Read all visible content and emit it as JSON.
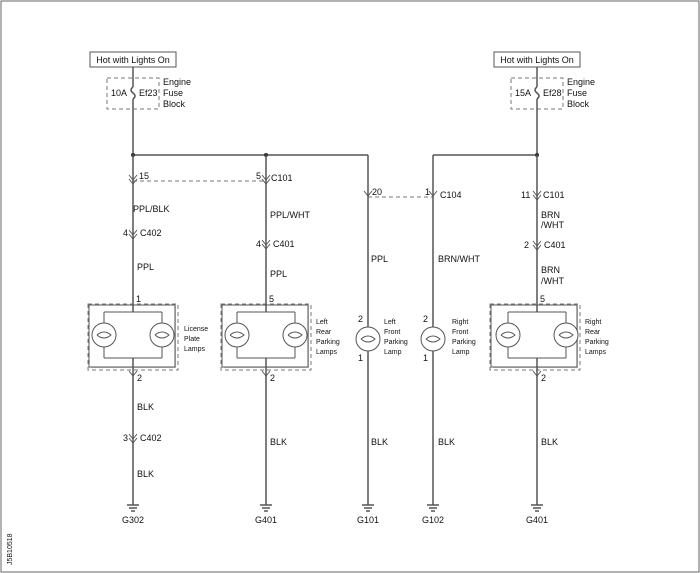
{
  "power": {
    "left": {
      "label": "Hot with Lights On",
      "fuse_rating": "10A",
      "fuse_id": "Ef23",
      "block_line1": "Engine",
      "block_line2": "Fuse",
      "block_line3": "Block"
    },
    "right": {
      "label": "Hot with Lights On",
      "fuse_rating": "15A",
      "fuse_id": "Ef28",
      "block_line1": "Engine",
      "block_line2": "Fuse",
      "block_line3": "Block"
    }
  },
  "connectors": {
    "c101_left": {
      "pin_a": "15",
      "pin_b": "5",
      "name": "C101"
    },
    "c104": {
      "pin_a": "20",
      "pin_b": "1",
      "name": "C104"
    },
    "c101_right": {
      "pin": "11",
      "name": "C101"
    },
    "c402_top": {
      "pin": "4",
      "name": "C402"
    },
    "c401_left": {
      "pin": "4",
      "name": "C401"
    },
    "c401_right": {
      "pin": "2",
      "name": "C401"
    },
    "c402_bottom": {
      "pin": "3",
      "name": "C402"
    }
  },
  "wires": {
    "w1_top": "PPL/BLK",
    "w1_mid": "PPL",
    "w1_bot1": "BLK",
    "w1_bot2": "BLK",
    "w2_top": "PPL/WHT",
    "w2_mid": "PPL",
    "w2_bot": "BLK",
    "w3_mid": "PPL",
    "w3_bot": "BLK",
    "w4_mid": "BRN/WHT",
    "w4_bot": "BLK",
    "w5_top1": "BRN",
    "w5_top2": "/WHT",
    "w5_mid1": "BRN",
    "w5_mid2": "/WHT",
    "w5_bot": "BLK"
  },
  "components": {
    "license": {
      "line1": "License",
      "line2": "Plate",
      "line3": "Lamps",
      "pin_in": "1",
      "pin_out": "2"
    },
    "left_rear": {
      "line1": "Left",
      "line2": "Rear",
      "line3": "Parking",
      "line4": "Lamps",
      "pin_in": "5",
      "pin_out": "2"
    },
    "left_front": {
      "line1": "Left",
      "line2": "Front",
      "line3": "Parking",
      "line4": "Lamp",
      "pin_in": "2",
      "pin_out": "1"
    },
    "right_front": {
      "line1": "Right",
      "line2": "Front",
      "line3": "Parking",
      "line4": "Lamp",
      "pin_in": "2",
      "pin_out": "1"
    },
    "right_rear": {
      "line1": "Right",
      "line2": "Rear",
      "line3": "Parking",
      "line4": "Lamps",
      "pin_in": "5",
      "pin_out": "2"
    }
  },
  "grounds": {
    "g1": "G302",
    "g2": "G401",
    "g3": "G101",
    "g4": "G102",
    "g5": "G401"
  },
  "figure_id": "J5B10518"
}
